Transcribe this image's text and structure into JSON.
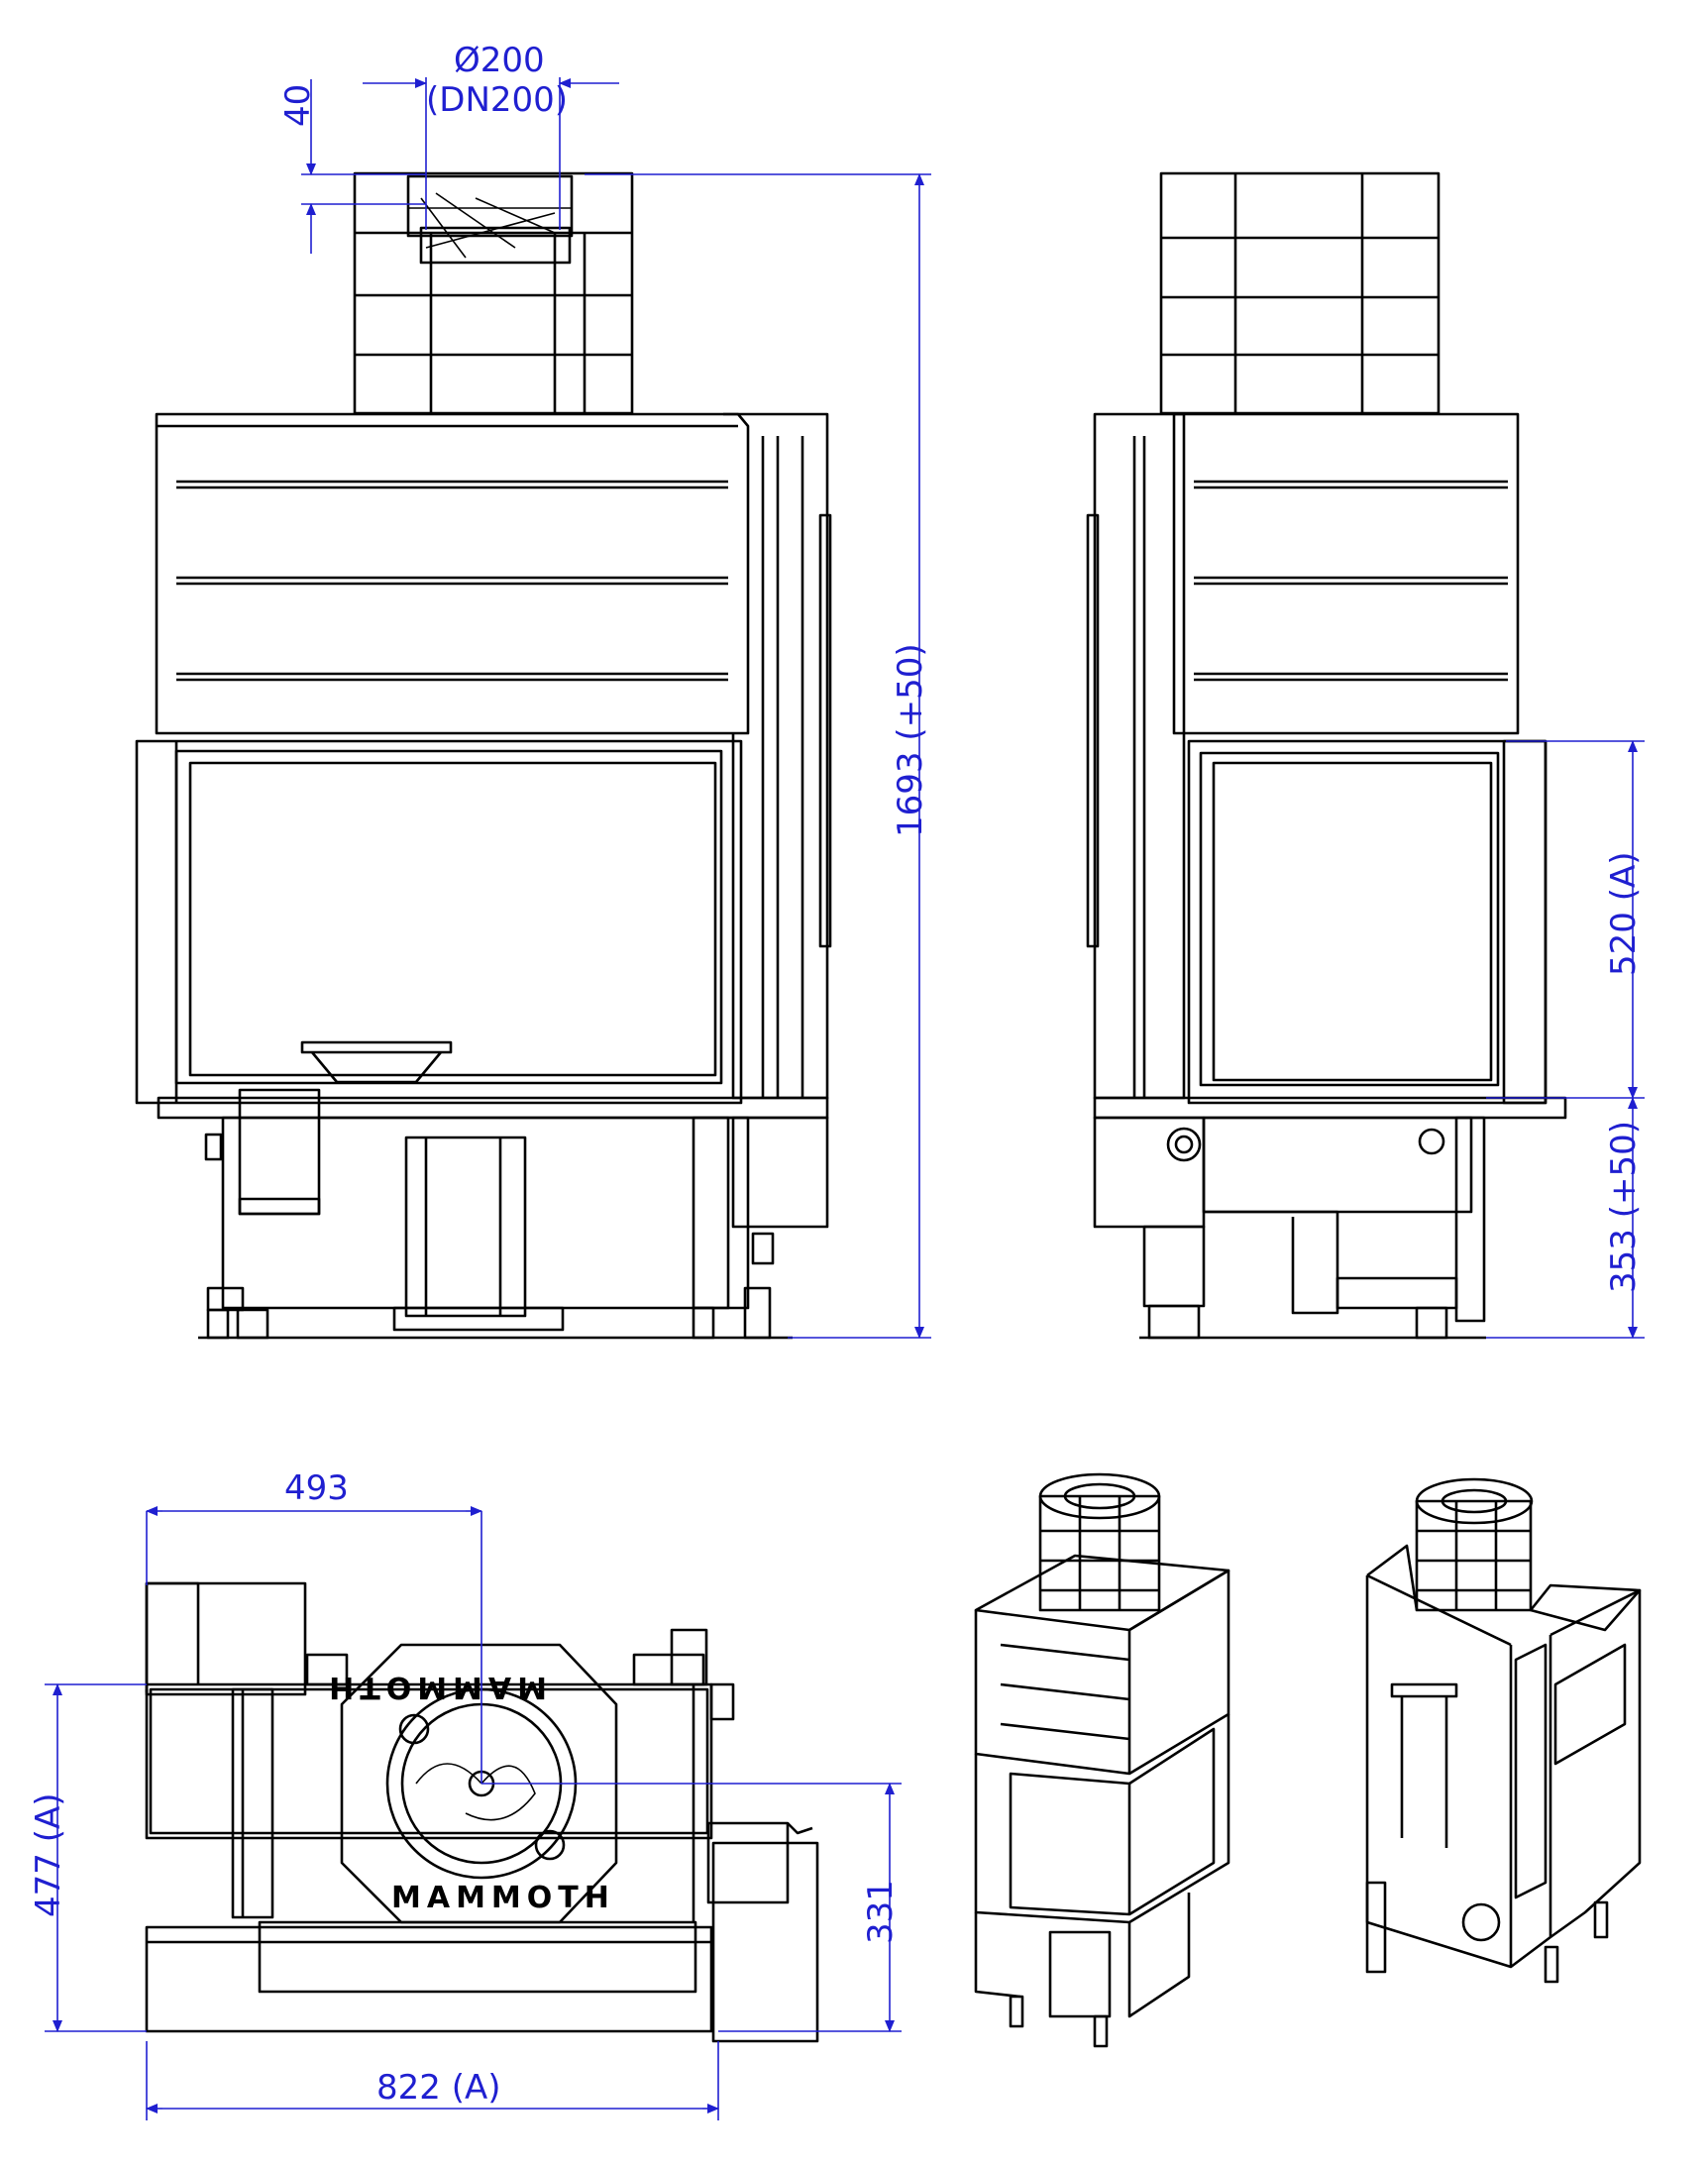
{
  "dimensions": {
    "flue_diameter": "Ø200",
    "flue_dn": "(DN200)",
    "collar_height": "40",
    "total_height": "1693 (+50)",
    "door_height": "520 (A)",
    "base_height": "353 (+50)",
    "axis_offset": "493",
    "depth": "477 (A)",
    "front_depth": "331",
    "width": "822 (A)"
  },
  "brand_text": "MAMMOTH",
  "colors": {
    "line": "#000000",
    "dimension": "#1f1fd0",
    "background": "#ffffff"
  }
}
